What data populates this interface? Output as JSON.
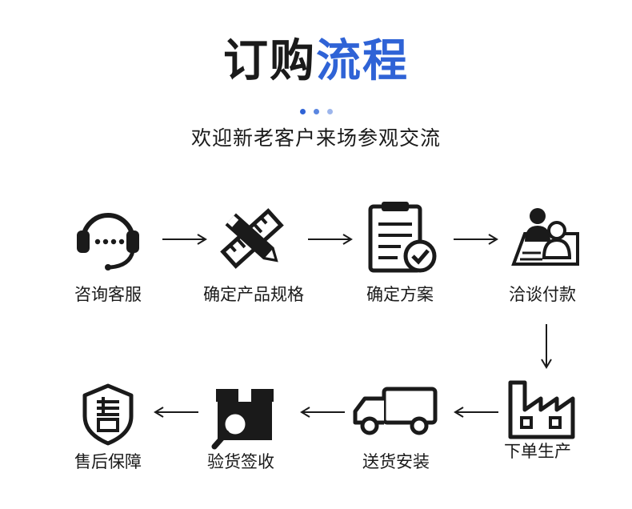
{
  "header": {
    "title_part1": "订购",
    "title_part2": "流程",
    "subtitle": "欢迎新老客户来场参观交流"
  },
  "colors": {
    "accent": "#2f63d6",
    "dots": [
      "#2f63d6",
      "#5a86e0",
      "#9db6ec"
    ],
    "icon": "#1a1a1a"
  },
  "steps": [
    {
      "label": "咨询客服",
      "icon": "headset-icon"
    },
    {
      "label": "确定产品规格",
      "icon": "pencil-ruler-icon"
    },
    {
      "label": "确定方案",
      "icon": "clipboard-check-icon"
    },
    {
      "label": "洽谈付款",
      "icon": "meeting-icon"
    },
    {
      "label": "下单生产",
      "icon": "factory-icon"
    },
    {
      "label": "送货安装",
      "icon": "truck-icon"
    },
    {
      "label": "验货签收",
      "icon": "box-search-icon"
    },
    {
      "label": "售后保障",
      "icon": "shield-icon"
    }
  ]
}
